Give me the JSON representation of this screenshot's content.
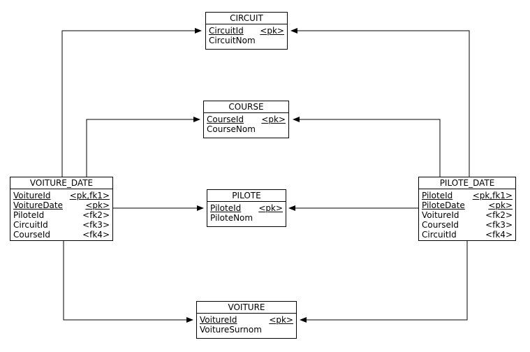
{
  "colors": {
    "line": "#000000",
    "background": "#ffffff"
  },
  "entities": {
    "circuit": {
      "title": "CIRCUIT",
      "attributes": [
        {
          "name": "CircuitId",
          "key": "<pk>",
          "underline": true
        },
        {
          "name": "CircuitNom",
          "key": "",
          "underline": false
        }
      ]
    },
    "course": {
      "title": "COURSE",
      "attributes": [
        {
          "name": "CourseId",
          "key": "<pk>",
          "underline": true
        },
        {
          "name": "CourseNom",
          "key": "",
          "underline": false
        }
      ]
    },
    "pilote": {
      "title": "PILOTE",
      "attributes": [
        {
          "name": "PiloteId",
          "key": "<pk>",
          "underline": true
        },
        {
          "name": "PiloteNom",
          "key": "",
          "underline": false
        }
      ]
    },
    "voiture": {
      "title": "VOITURE",
      "attributes": [
        {
          "name": "VoitureId",
          "key": "<pk>",
          "underline": true
        },
        {
          "name": "VoitureSurnom",
          "key": "",
          "underline": false
        }
      ]
    },
    "voiture_date": {
      "title": "VOITURE_DATE",
      "attributes": [
        {
          "name": "VoitureId",
          "key": "<pk,fk1>",
          "underline": true
        },
        {
          "name": "VoitureDate",
          "key": "<pk>",
          "underline": true
        },
        {
          "name": "PiloteId",
          "key": "<fk2>",
          "underline": false
        },
        {
          "name": "CircuitId",
          "key": "<fk3>",
          "underline": false
        },
        {
          "name": "CourseId",
          "key": "<fk4>",
          "underline": false
        }
      ]
    },
    "pilote_date": {
      "title": "PILOTE_DATE",
      "attributes": [
        {
          "name": "PiloteId",
          "key": "<pk,fk1>",
          "underline": true
        },
        {
          "name": "PiloteDate",
          "key": "<pk>",
          "underline": true
        },
        {
          "name": "VoitureId",
          "key": "<fk2>",
          "underline": false
        },
        {
          "name": "CourseId",
          "key": "<fk3>",
          "underline": false
        },
        {
          "name": "CircuitId",
          "key": "<fk4>",
          "underline": false
        }
      ]
    }
  }
}
